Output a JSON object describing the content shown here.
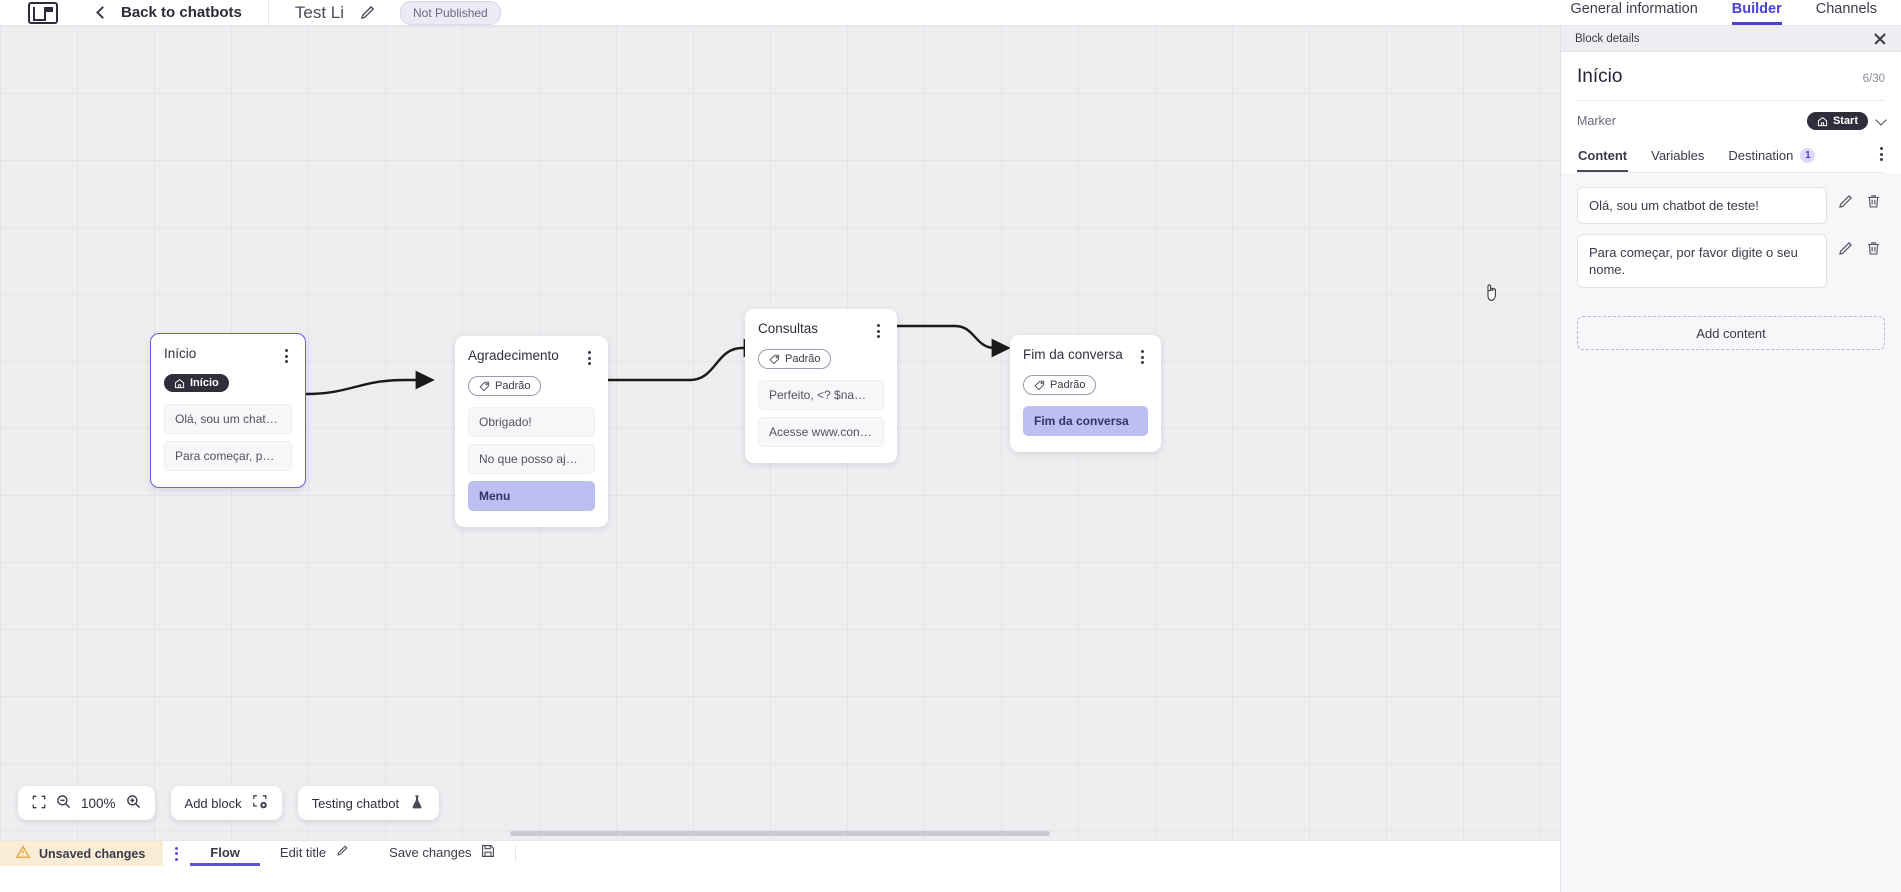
{
  "topbar": {
    "logo_icon": "app-logo-icon",
    "back_label": "Back to chatbots",
    "back_icon": "chevron-left-icon",
    "bot_title": "Test Li",
    "edit_icon": "pencil-icon",
    "publish_badge": "Not Published",
    "tabs": [
      {
        "label": "General information",
        "active": false
      },
      {
        "label": "Builder",
        "active": true
      },
      {
        "label": "Channels",
        "active": false
      }
    ]
  },
  "canvas": {
    "blocks": [
      {
        "title": "Início",
        "tag": "Início",
        "tag_type": "start",
        "tag_icon": "home-icon",
        "selected": true,
        "kebab_icon": "kebab-menu-icon",
        "items": [
          {
            "text": "Olá, sou um chatbot de teste!",
            "style": "normal"
          },
          {
            "text": "Para começar, por favor digite o ...",
            "style": "normal"
          }
        ]
      },
      {
        "title": "Agradecimento",
        "tag": "Padrão",
        "tag_type": "default",
        "tag_icon": "tag-icon",
        "selected": false,
        "kebab_icon": "kebab-menu-icon",
        "items": [
          {
            "text": "Obrigado!",
            "style": "normal"
          },
          {
            "text": "No que posso ajudar, <? $name ...",
            "style": "normal"
          },
          {
            "text": "Menu",
            "style": "menu"
          }
        ]
      },
      {
        "title": "Consultas",
        "tag": "Padrão",
        "tag_type": "default",
        "tag_icon": "tag-icon",
        "selected": false,
        "kebab_icon": "kebab-menu-icon",
        "items": [
          {
            "text": "Perfeito, <? $name ?>!",
            "style": "normal"
          },
          {
            "text": "Acesse www.consultas.com par...",
            "style": "normal"
          }
        ]
      },
      {
        "title": "Fim da conversa",
        "tag": "Padrão",
        "tag_type": "default",
        "tag_icon": "tag-icon",
        "selected": false,
        "kebab_icon": "kebab-menu-icon",
        "items": [
          {
            "text": "Fim da conversa",
            "style": "menu"
          }
        ]
      }
    ]
  },
  "toolbar": {
    "fit_icon": "fit-to-screen-icon",
    "zoom_out_icon": "zoom-out-icon",
    "zoom_level": "100%",
    "zoom_in_icon": "zoom-in-icon",
    "add_block_label": "Add block",
    "add_block_icon": "add-block-icon",
    "testing_label": "Testing chatbot",
    "testing_icon": "flask-icon"
  },
  "statusbar": {
    "unsaved_label": "Unsaved changes",
    "warning_icon": "warning-triangle-icon",
    "kebab_icon": "kebab-menu-icon",
    "flow_label": "Flow",
    "edit_title_label": "Edit title",
    "edit_title_icon": "pencil-icon",
    "save_label": "Save changes",
    "save_icon": "floppy-disk-icon"
  },
  "panel": {
    "bar_title": "Block details",
    "close_icon": "close-icon",
    "title": "Início",
    "count": "6/30",
    "marker_label": "Marker",
    "marker_value": "Start",
    "marker_icon": "home-icon",
    "marker_chevron": "chevron-down-icon",
    "tabs": [
      {
        "label": "Content",
        "active": true,
        "badge": ""
      },
      {
        "label": "Variables",
        "active": false,
        "badge": ""
      },
      {
        "label": "Destination",
        "active": false,
        "badge": "1"
      }
    ],
    "tabs_kebab": "kebab-menu-icon",
    "messages": [
      {
        "text": "Olá, sou um chatbot de teste!",
        "edit_icon": "pencil-icon",
        "delete_icon": "trash-icon"
      },
      {
        "text": "Para começar, por favor digite o seu nome.",
        "edit_icon": "pencil-icon",
        "delete_icon": "trash-icon"
      }
    ],
    "add_content_label": "Add content"
  },
  "colors": {
    "accent": "#4a40d6",
    "menu_block": "#bcbff0",
    "warning_bg": "#fbecd5",
    "canvas_bg": "#eeeef1"
  }
}
